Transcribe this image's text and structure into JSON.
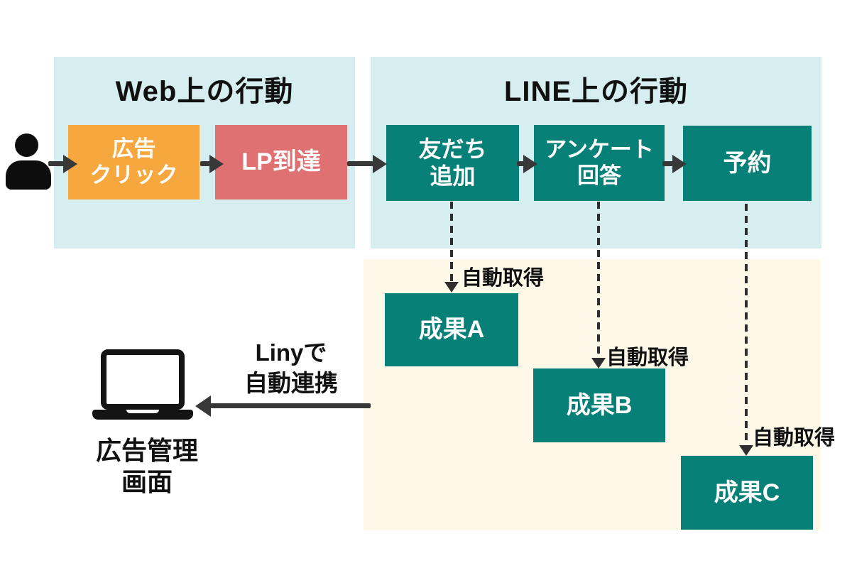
{
  "panels": {
    "web": {
      "title": "Web上の行動"
    },
    "line": {
      "title": "LINE上の行動"
    }
  },
  "steps": {
    "ad_click": {
      "label": "広告\nクリック"
    },
    "lp_reach": {
      "label": "LP到達"
    },
    "friend_add": {
      "label": "友だち\n追加"
    },
    "survey_answer": {
      "label": "アンケート\n回答"
    },
    "reserve": {
      "label": "予約"
    }
  },
  "results": {
    "a": {
      "label": "成果A"
    },
    "b": {
      "label": "成果B"
    },
    "c": {
      "label": "成果C"
    }
  },
  "annotations": {
    "auto_capture": "自動取得",
    "liny_sync": "Linyで\n自動連携",
    "ad_admin_screen": "広告管理\n画面"
  },
  "colors": {
    "panel_bg": "#d6eef0",
    "results_bg": "#fdf8e8",
    "teal": "#078078",
    "orange": "#f6a83e",
    "red": "#e07173",
    "arrow": "#383838",
    "text": "#111111"
  }
}
